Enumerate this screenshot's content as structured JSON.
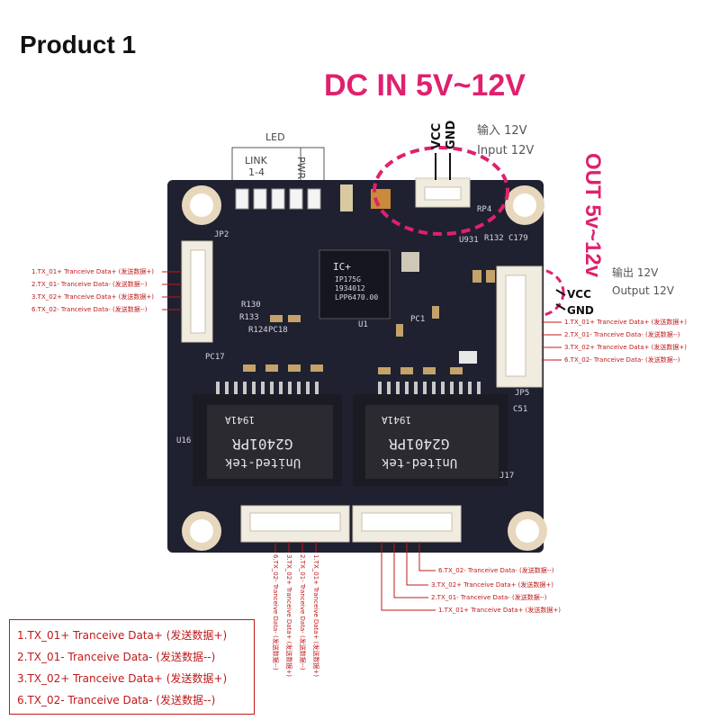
{
  "title": "Product 1",
  "power": {
    "dc_in": "DC IN 5V~12V",
    "vcc": "VCC",
    "gnd": "GND",
    "input_cn": "输入 12V",
    "input_en": "Input 12V"
  },
  "output": {
    "out_label": "OUT 5v~12v",
    "vcc": "VCC",
    "gnd": "GND",
    "output_cn": "输出 12V",
    "output_en": "Output 12V"
  },
  "led": {
    "header": "LED",
    "link": "LINK",
    "link_range": "1-4",
    "pwr": "PWR"
  },
  "pins": {
    "left": [
      "1.TX_01+ Tranceive Data+ (发送数据+)",
      "2.TX_01- Tranceive Data- (发送数据--)",
      "3.TX_02+ Tranceive Data+ (发送数据+)",
      "6.TX_02- Tranceive Data- (发送数据--)"
    ],
    "right": [
      "1.TX_01+ Tranceive Data+ (发送数据+)",
      "2.TX_01- Tranceive Data- (发送数据--)",
      "3.TX_02+ Tranceive Data+ (发送数据+)",
      "6.TX_02- Tranceive Data- (发送数据--)"
    ],
    "bottom_left": [
      "6.TX_02- Tranceive Data- (发送数据--)",
      "3.TX_02+ Tranceive Data+ (发送数据+)",
      "2.TX_01- Tranceive Data- (发送数据--)",
      "1.TX_01+ Tranceive Data+ (发送数据+)"
    ],
    "bottom_right": [
      "6.TX_02- Tranceive Data- (发送数据--)",
      "3.TX_02+ Tranceive Data+ (发送数据+)",
      "2.TX_01- Tranceive Data- (发送数据--)",
      "1.TX_01+ Tranceive Data+ (发送数据+)"
    ]
  },
  "legend": [
    "1.TX_01+ Tranceive Data+ (发送数据+)",
    "2.TX_01- Tranceive Data- (发送数据--)",
    "3.TX_02+ Tranceive Data+ (发送数据+)",
    "6.TX_02- Tranceive Data- (发送数据--)"
  ],
  "board": {
    "chip_brand": "IC+",
    "chip_model": "IP175G",
    "chip_code": "1934012",
    "chip_code2": "LPP6470.00",
    "transformer_brand": "United-tek",
    "transformer_model": "G2401PR",
    "transformer_code": "1941A",
    "labels": {
      "u16": "U16",
      "j17": "J17",
      "jp5": "JP5",
      "jp2": "JP2",
      "u1": "U1",
      "r130": "R130",
      "r133": "R133",
      "r124": "R124",
      "pc18": "PC18",
      "pc17": "PC17",
      "u931": "U931",
      "rp4": "RP4",
      "c51": "C51",
      "c179": "C179",
      "r132": "R132",
      "pc1": "PC1"
    }
  },
  "colors": {
    "accent": "#e0206e",
    "pin_text": "#c0181a",
    "board": "#1f2130"
  }
}
